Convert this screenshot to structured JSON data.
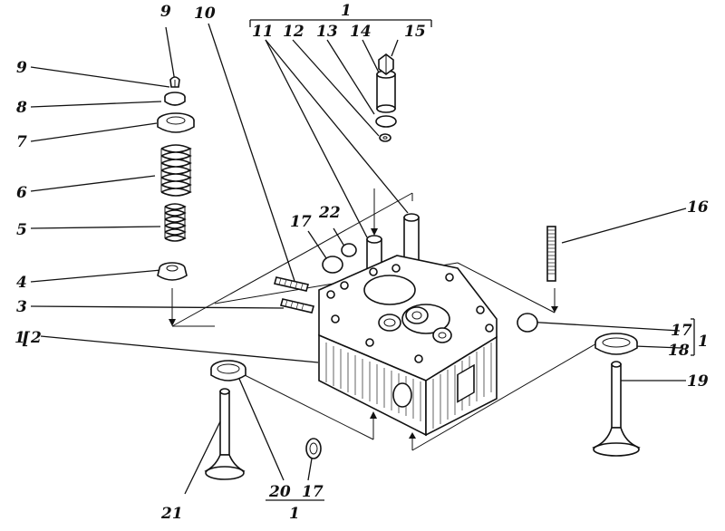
{
  "labels": {
    "n1_top": "1",
    "n9a": "9",
    "n10": "10",
    "n11": "11",
    "n12": "12",
    "n13": "13",
    "n14": "14",
    "n15": "15",
    "n9b": "9",
    "n8": "8",
    "n7": "7",
    "n6": "6",
    "n5": "5",
    "n4": "4",
    "n3": "3",
    "n1_left": "1",
    "n2": "2",
    "n17a": "17",
    "n22": "22",
    "n16": "16",
    "n17b": "17",
    "n18": "18",
    "n1_right": "1",
    "n19": "19",
    "n21": "21",
    "n20": "20",
    "n17c": "17",
    "n1_bottom": "1"
  }
}
